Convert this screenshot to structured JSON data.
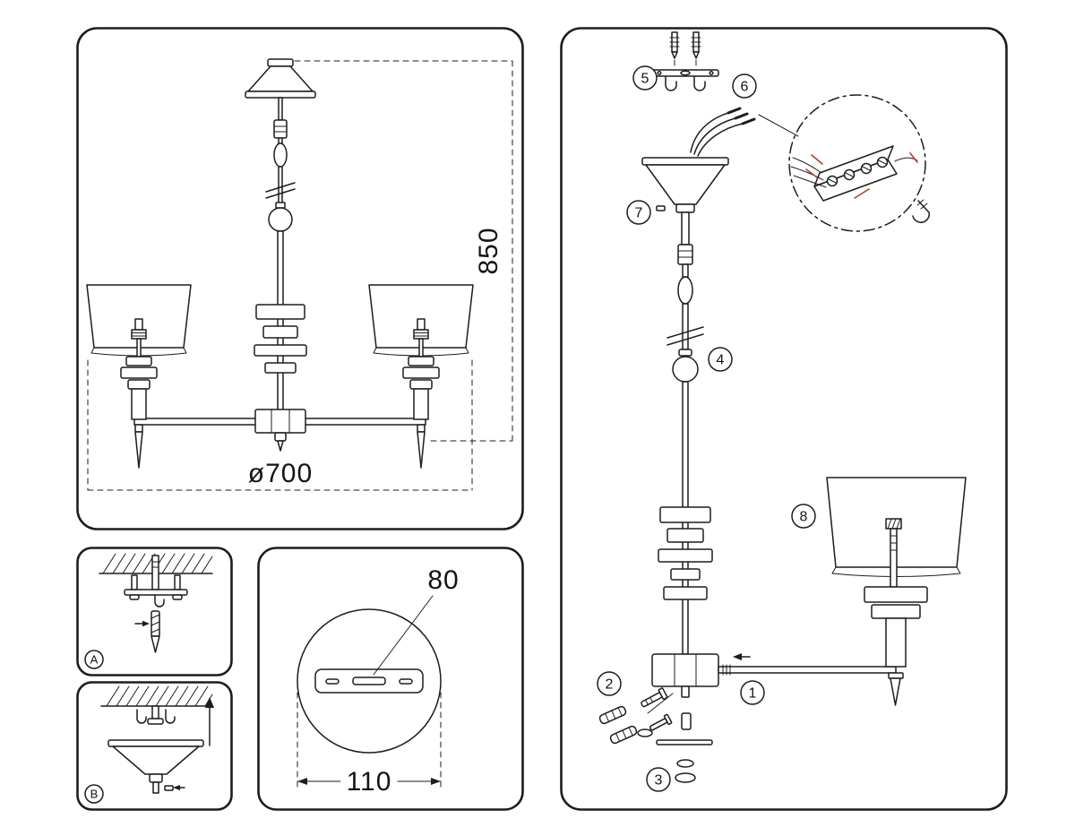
{
  "doc": {
    "ink": "#1d1d1d",
    "red": "#c0392b",
    "background": "#ffffff"
  },
  "overview": {
    "height_label": "850",
    "width_label": "ø700"
  },
  "mount_a": {
    "label": "A"
  },
  "mount_b": {
    "label": "B"
  },
  "plate": {
    "top_label": "80",
    "bottom_label": "110"
  },
  "exploded": {
    "callouts": {
      "c1": "1",
      "c2": "2",
      "c3": "3",
      "c4": "4",
      "c5": "5",
      "c6": "6",
      "c7": "7",
      "c8": "8"
    }
  }
}
